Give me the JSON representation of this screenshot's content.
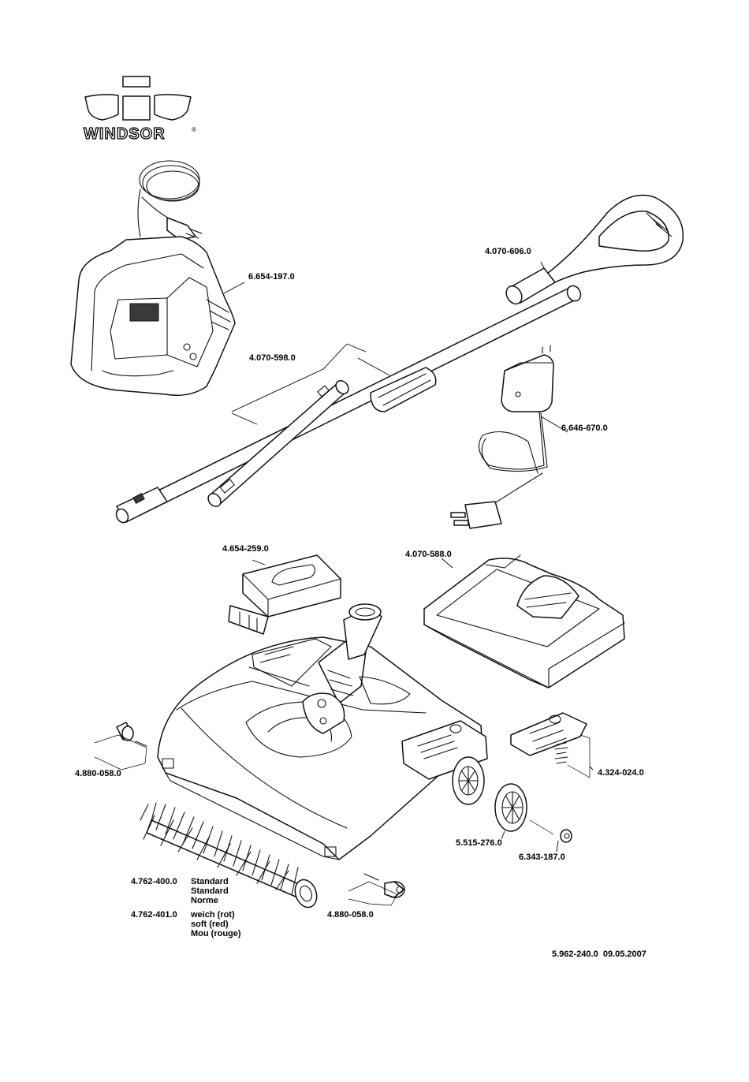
{
  "logo": {
    "text": "WINDSOR",
    "registered": "®"
  },
  "parts": {
    "charger_base": "6.654-197.0",
    "handle_grip": "4.070-606.0",
    "extension_tube": "4.070-598.0",
    "power_adapter": "6.646-670.0",
    "battery": "4.654-259.0",
    "dust_tray": "4.070-588.0",
    "roller_left": "4.880-058.0",
    "cover_spring": "4.324-024.0",
    "wheel": "5.515-276.0",
    "wheel_cap": "6.343-187.0",
    "roller_right": "4.880-058.0"
  },
  "brush": {
    "standard_number": "4.762-400.0",
    "standard_desc": [
      "Standard",
      "Standard",
      "Norme"
    ],
    "soft_number": "4.762-401.0",
    "soft_desc": [
      "weich (rot)",
      "soft (red)",
      "Mou (rouge)"
    ]
  },
  "footer": {
    "doc_number": "5.962-240.0",
    "date": "09.05.2007"
  }
}
